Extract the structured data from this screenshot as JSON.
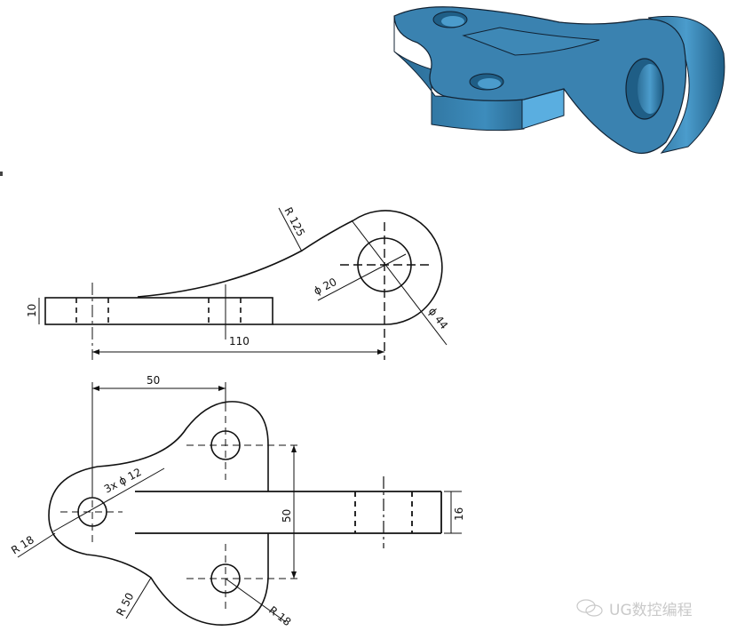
{
  "isometric_view": {
    "description": "3D shaded model of bracket with two-hole base plate and cylindrical boss",
    "fill_color": "#3a82b0",
    "highlight_color": "#5aa8d8",
    "shadow_color": "#1f5e86"
  },
  "front_view": {
    "dimensions": {
      "thickness": "10",
      "span": "110",
      "curve_radius": "R 125",
      "hole_dia": "ϕ 20",
      "boss_dia": "ϕ 44"
    }
  },
  "top_view": {
    "dimensions": {
      "horizontal_offset": "50",
      "vertical_spacing": "50",
      "arm_width": "16",
      "holes": "3x ϕ 12",
      "left_radius": "R 18",
      "fillet_radius": "R 50",
      "lower_radius": "R 18"
    }
  },
  "watermark": {
    "text": "UG数控编程",
    "icon": "wechat-icon"
  },
  "colors": {
    "line": "#111111",
    "watermark": "#c9c9c9"
  }
}
